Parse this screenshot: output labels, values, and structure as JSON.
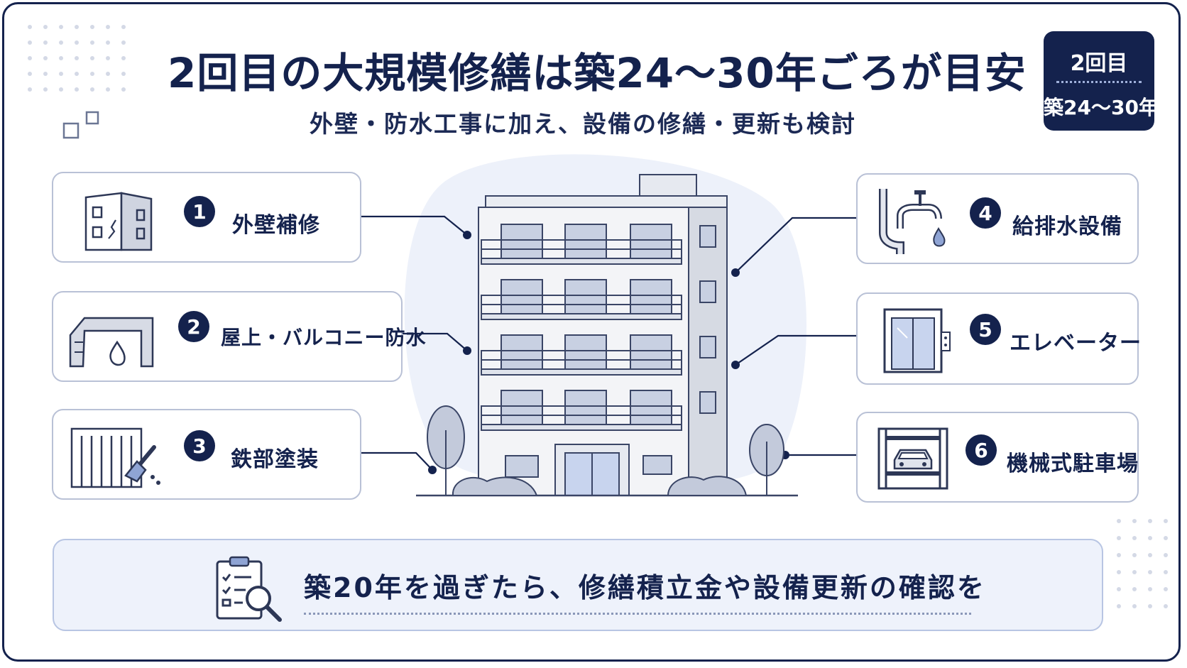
{
  "header": {
    "title": "2回目の大規模修繕は築24〜30年ごろが目安",
    "subtitle": "外壁・防水工事に加え、設備の修繕・更新も検討"
  },
  "badge": {
    "line1": "2回目",
    "line2": "築24〜30年"
  },
  "items": [
    {
      "num": "1",
      "label": "外壁補修",
      "icon": "cracked-wall-icon"
    },
    {
      "num": "2",
      "label": "屋上・バルコニー防水",
      "icon": "roof-waterproof-icon"
    },
    {
      "num": "3",
      "label": "鉄部塗装",
      "icon": "paint-brush-fence-icon"
    },
    {
      "num": "4",
      "label": "給排水設備",
      "icon": "water-pipe-faucet-icon"
    },
    {
      "num": "5",
      "label": "エレベーター",
      "icon": "elevator-icon"
    },
    {
      "num": "6",
      "label": "機械式駐車場",
      "icon": "mechanical-parking-icon"
    }
  ],
  "note": {
    "text": "築20年を過ぎたら、修繕積立金や設備更新の確認を",
    "icon": "clipboard-magnifier-icon"
  },
  "colors": {
    "navy": "#14224d",
    "card_border": "#b9c1d6",
    "note_bg": "#eef2fb"
  }
}
